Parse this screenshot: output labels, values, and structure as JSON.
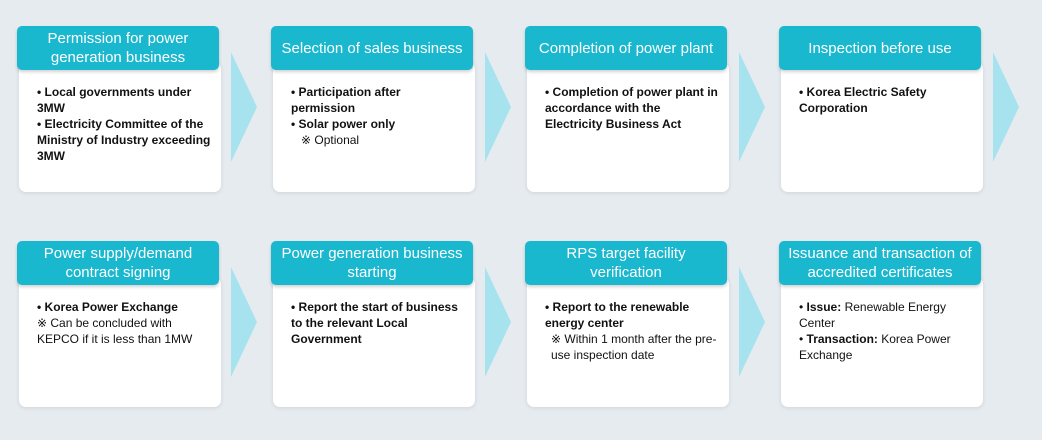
{
  "colors": {
    "header": "#1ab8cf",
    "arrow": "#a6e3ee",
    "background": "#e6ebf0",
    "card": "#ffffff"
  },
  "bullet": "•",
  "steps": [
    {
      "title": "Permission for power generation business",
      "items": [
        {
          "text": "Local governments under 3MW"
        },
        {
          "text": "Electricity Committee of the Ministry of Industry exceeding 3MW"
        }
      ]
    },
    {
      "title": "Selection of sales business",
      "items": [
        {
          "text": "Participation after permission"
        },
        {
          "text": "Solar power only"
        }
      ],
      "note": "※  Optional"
    },
    {
      "title": "Completion of power plant",
      "items": [
        {
          "text": "Completion of power plant in accordance with the Electricity Business Act"
        }
      ]
    },
    {
      "title": "Inspection before use",
      "items": [
        {
          "text": "Korea Electric Safety Corporation"
        }
      ]
    },
    {
      "title": "Power supply/demand contract signing",
      "items": [
        {
          "text": "Korea Power Exchange"
        }
      ],
      "note": "※ Can be concluded with KEPCO if it is less than 1MW"
    },
    {
      "title": "Power generation business starting",
      "items": [
        {
          "text": "Report the start of business to the relevant Local Government"
        }
      ]
    },
    {
      "title": "RPS target facility verification",
      "items": [
        {
          "text": "Report to the renewable energy center"
        }
      ],
      "note": "※ Within 1 month after the pre-use inspection date"
    },
    {
      "title": "Issuance and transaction of accredited certificates",
      "items": [
        {
          "label": "Issue:",
          "text": "Renewable Energy Center"
        },
        {
          "label": "Transaction:",
          "text": "Korea Power Exchange"
        }
      ]
    }
  ]
}
